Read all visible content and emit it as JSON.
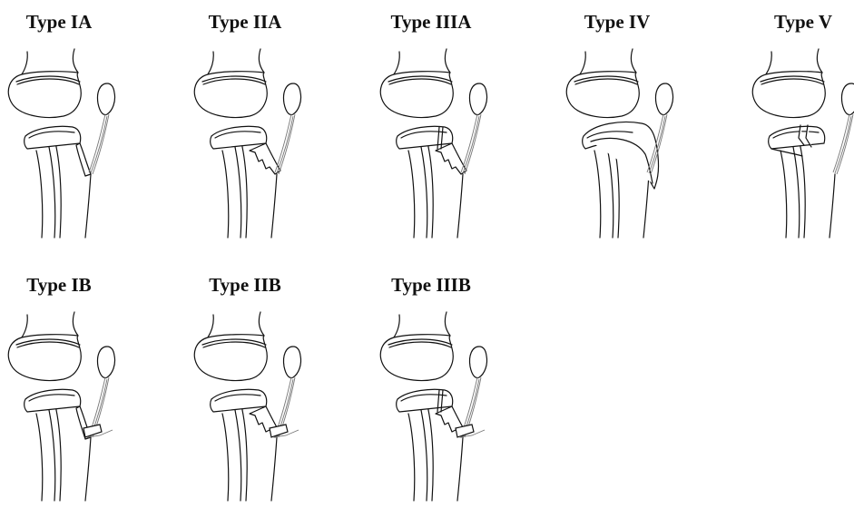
{
  "figure": {
    "line_color": "#111111",
    "ligament_color": "#777777",
    "panels": [
      {
        "label": "Type IA",
        "variant": "IA"
      },
      {
        "label": "Type IIA",
        "variant": "IIA"
      },
      {
        "label": "Type IIIA",
        "variant": "IIIA"
      },
      {
        "label": "Type IV",
        "variant": "IV"
      },
      {
        "label": "Type V",
        "variant": "V"
      },
      {
        "label": "Type IB",
        "variant": "IB"
      },
      {
        "label": "Type IIB",
        "variant": "IIB"
      },
      {
        "label": "Type IIIB",
        "variant": "IIIB"
      }
    ]
  }
}
